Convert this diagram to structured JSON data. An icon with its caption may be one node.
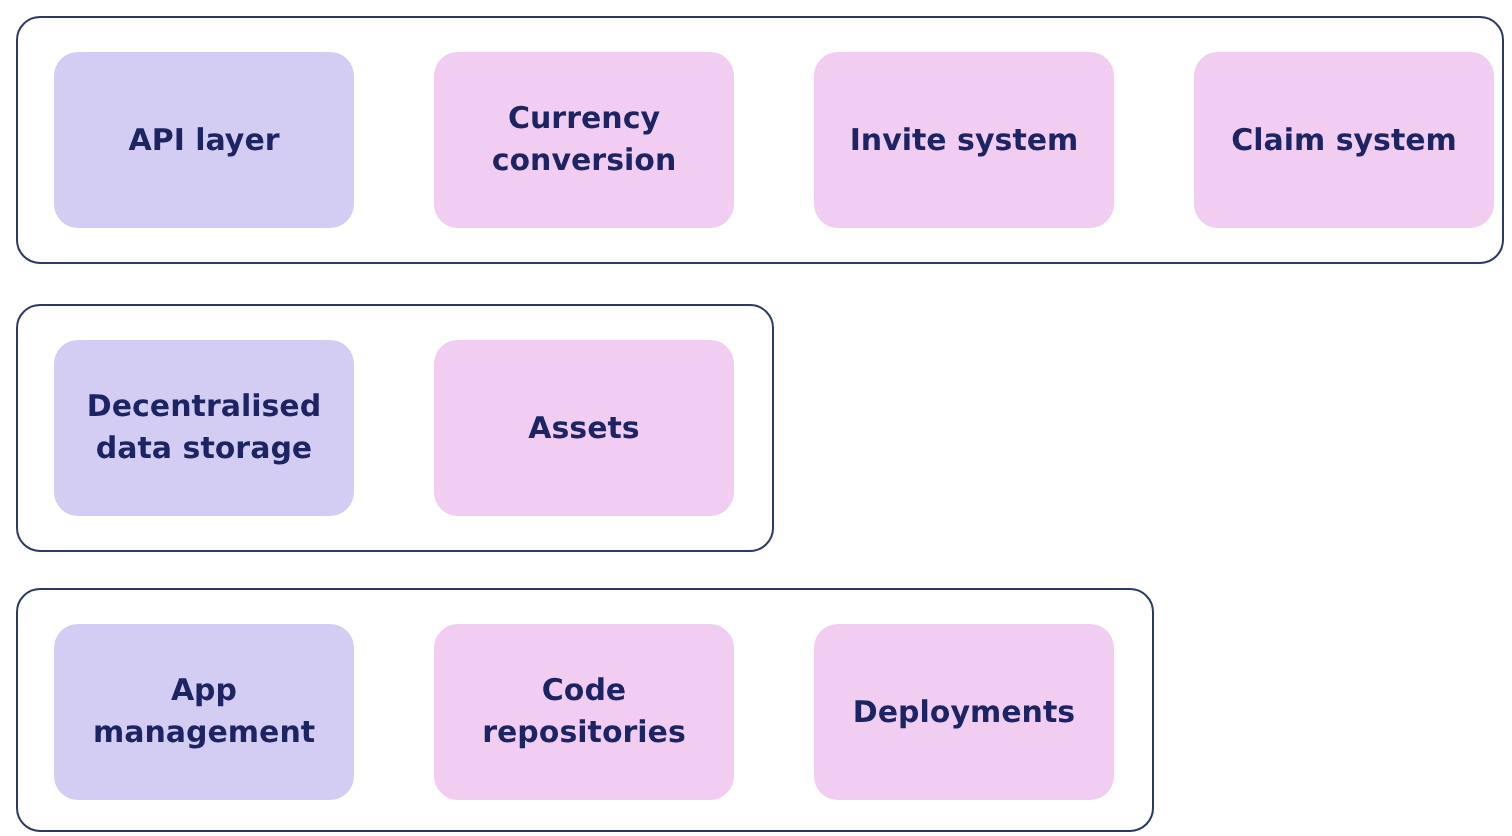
{
  "diagram": {
    "nodes": [
      {
        "text": [],
        "shape": "box"
      },
      {
        "text": [
          "API layer"
        ],
        "in": 0
      },
      {
        "text": [
          "Currency conversion"
        ],
        "in": 0
      },
      {
        "text": [
          "Invite system"
        ],
        "in": 0
      },
      {
        "text": [
          "Claim system"
        ],
        "in": 0
      },
      {
        "text": [],
        "shape": "box"
      },
      {
        "text": [
          "Decentralised data storage"
        ],
        "in": 5
      },
      {
        "text": [
          "Assets"
        ],
        "in": 5
      },
      {
        "text": [],
        "shape": "box"
      },
      {
        "text": [
          "App management"
        ],
        "in": 8
      },
      {
        "text": [
          "Code repositories"
        ],
        "in": 8
      },
      {
        "text": [
          "Deployments"
        ],
        "in": 8
      }
    ]
  }
}
